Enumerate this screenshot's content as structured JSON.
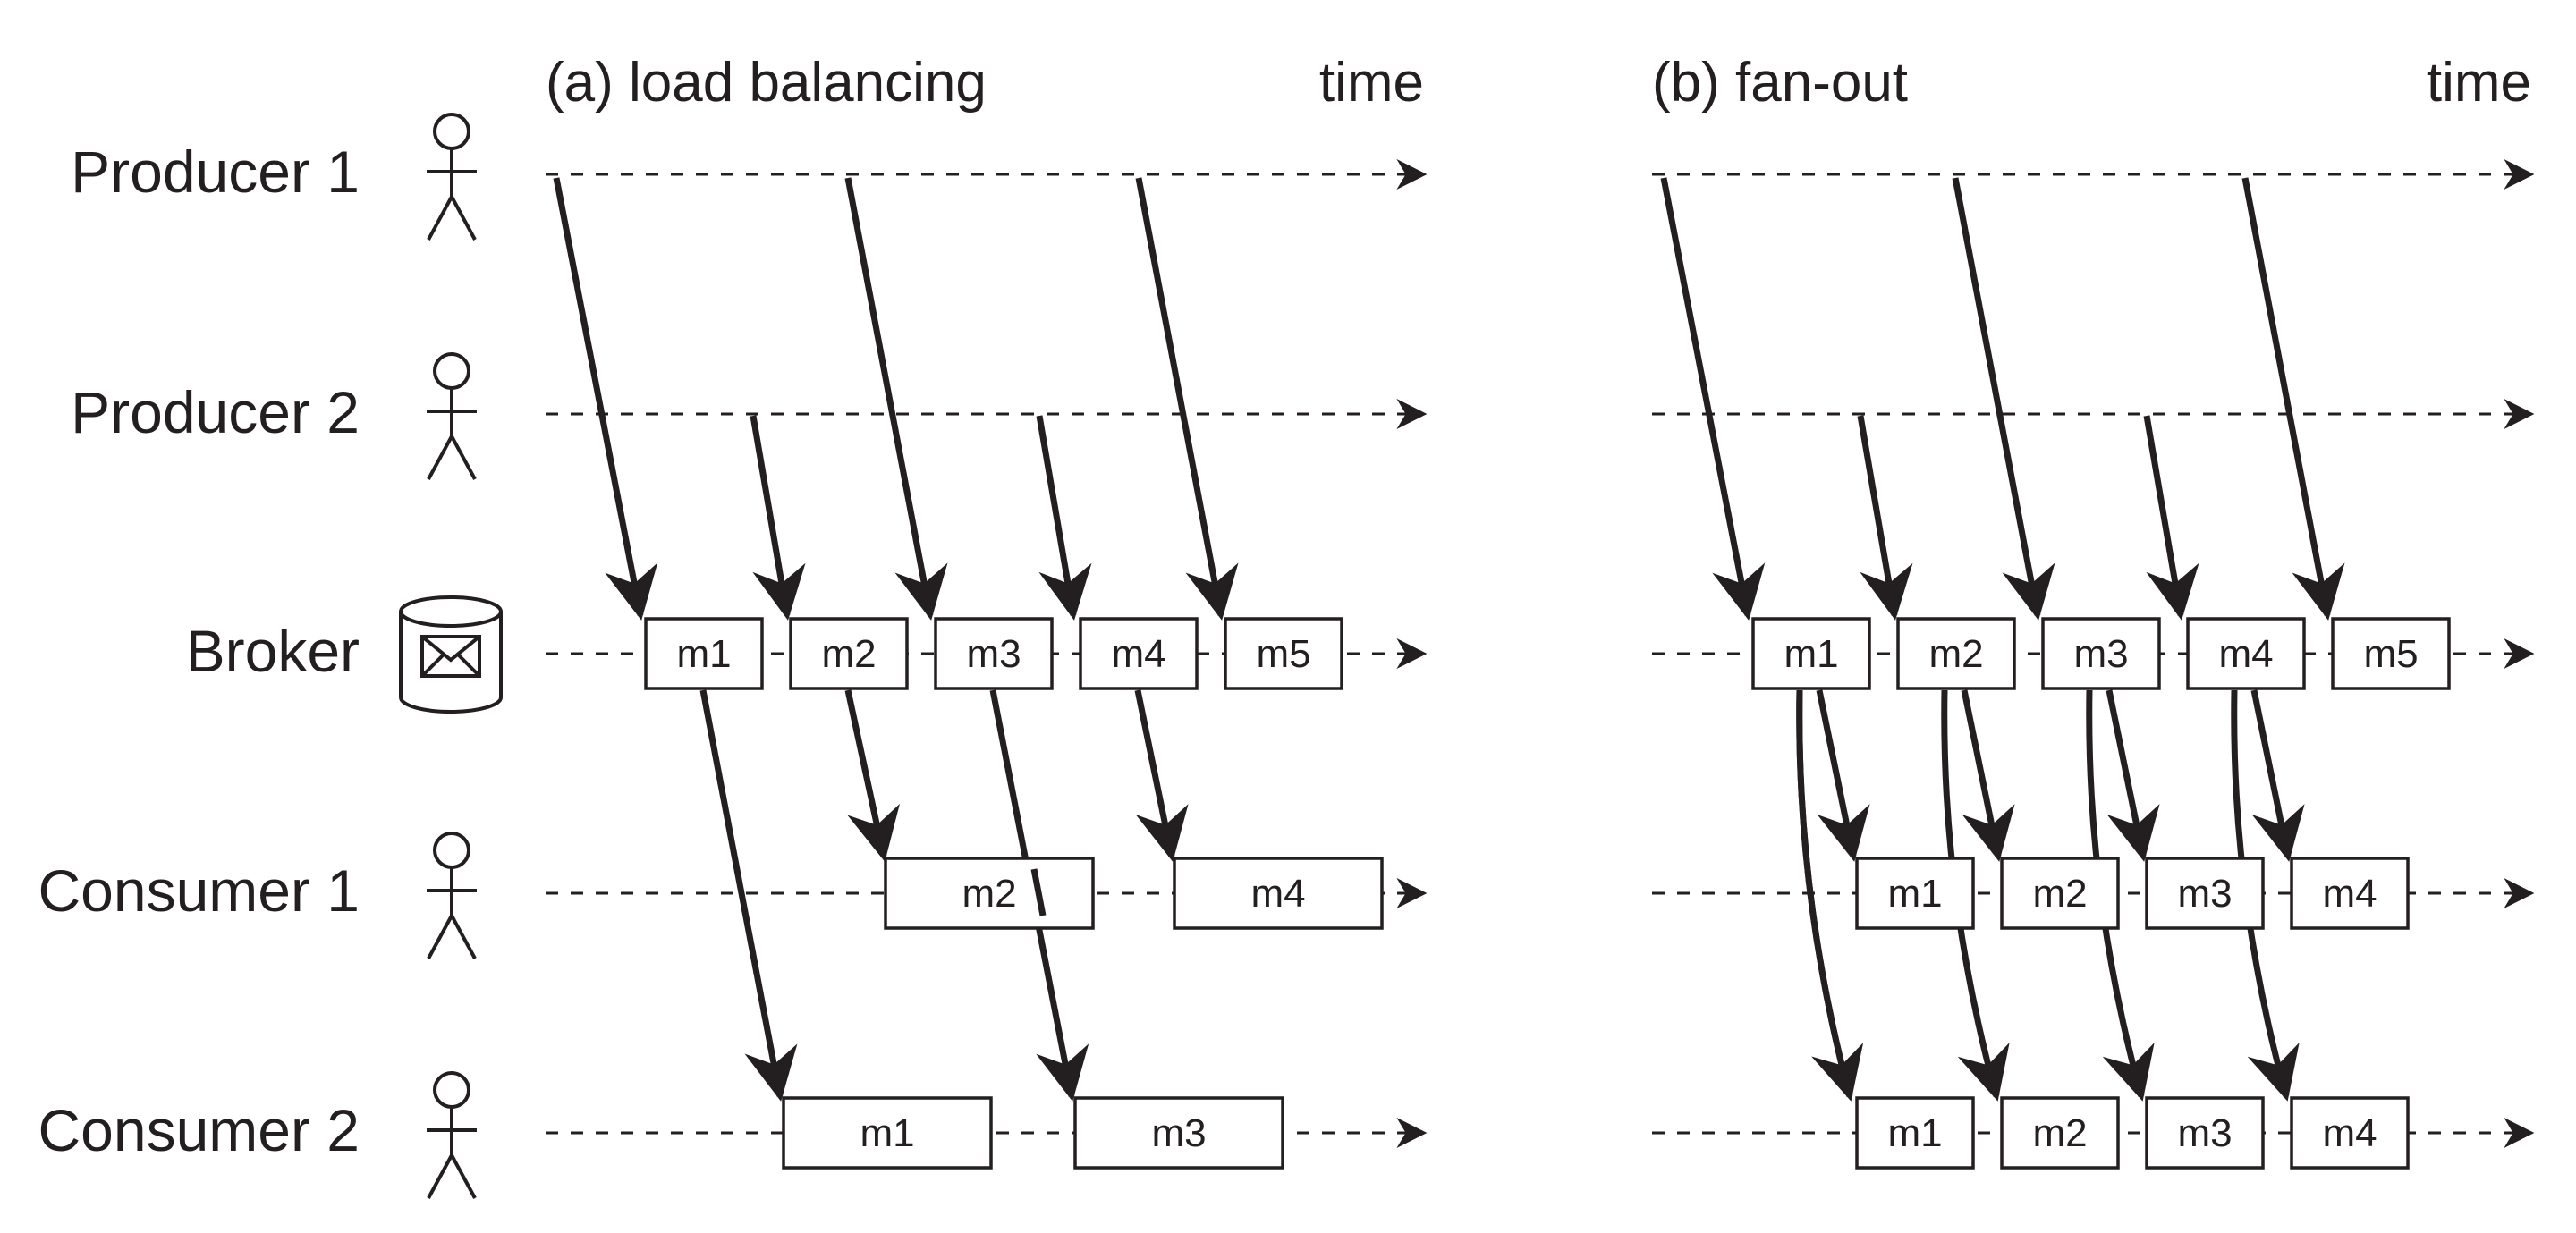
{
  "rows": {
    "producer1": "Producer 1",
    "producer2": "Producer 2",
    "broker": "Broker",
    "consumer1": "Consumer 1",
    "consumer2": "Consumer 2"
  },
  "panels": {
    "load_balancing": {
      "title": "(a) load balancing",
      "time_label": "time",
      "broker_messages": [
        "m1",
        "m2",
        "m3",
        "m4",
        "m5"
      ],
      "consumer1_messages": [
        "m2",
        "m4"
      ],
      "consumer2_messages": [
        "m1",
        "m3"
      ]
    },
    "fan_out": {
      "title": "(b) fan-out",
      "time_label": "time",
      "broker_messages": [
        "m1",
        "m2",
        "m3",
        "m4",
        "m5"
      ],
      "consumer1_messages": [
        "m1",
        "m2",
        "m3",
        "m4"
      ],
      "consumer2_messages": [
        "m1",
        "m2",
        "m3",
        "m4"
      ]
    }
  },
  "icons": {
    "person": "person-icon",
    "broker": "message-broker-icon"
  }
}
